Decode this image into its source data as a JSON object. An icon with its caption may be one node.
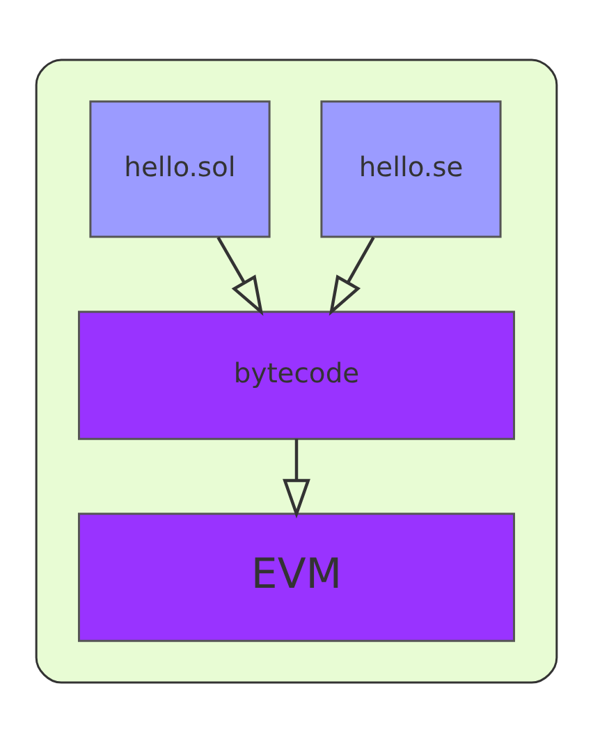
{
  "diagram": {
    "nodes": [
      {
        "text": [],
        "shape": "box"
      },
      {
        "text": [
          "hello.sol"
        ],
        "in": 0
      },
      {
        "text": [
          "hello.se"
        ],
        "in": 0
      },
      {
        "text": [
          "bytecode"
        ],
        "in": 0
      },
      {
        "text": [
          "EVM"
        ],
        "in": 0
      }
    ],
    "edges": [
      {
        "from": 1,
        "to": 3,
        "arrow": "to"
      },
      {
        "from": 2,
        "to": 3,
        "arrow": "to"
      },
      {
        "from": 3,
        "to": 4,
        "arrow": "to"
      }
    ]
  }
}
